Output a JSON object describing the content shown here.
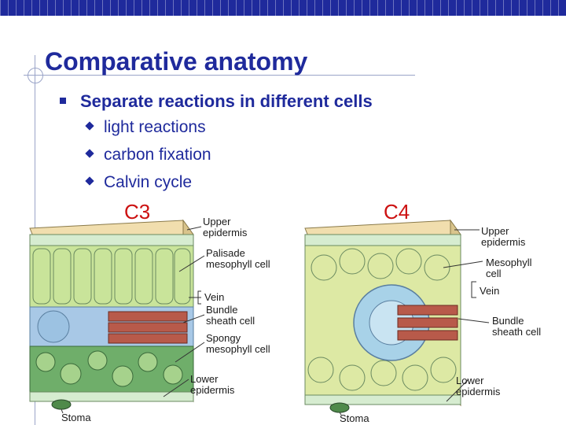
{
  "slide": {
    "title": "Comparative anatomy",
    "bullet": "Separate reactions in different cells",
    "sub_bullets": [
      "light reactions",
      "carbon fixation",
      "Calvin cycle"
    ]
  },
  "c3": {
    "heading": "C3",
    "labels": {
      "upper_epidermis": [
        "Upper",
        "epidermis"
      ],
      "palisade": [
        "Palisade",
        "mesophyll cell"
      ],
      "vein": "Vein",
      "bundle_sheath": [
        "Bundle",
        "sheath cell"
      ],
      "spongy": [
        "Spongy",
        "mesophyll cell"
      ],
      "lower_epidermis": [
        "Lower",
        "epidermis"
      ],
      "stoma": "Stoma"
    }
  },
  "c4": {
    "heading": "C4",
    "labels": {
      "upper_epidermis": [
        "Upper",
        "epidermis"
      ],
      "mesophyll": [
        "Mesophyll",
        "cell"
      ],
      "vein": "Vein",
      "bundle_sheath": [
        "Bundle",
        "sheath cell"
      ],
      "lower_epidermis": [
        "Lower",
        "epidermis"
      ],
      "stoma": "Stoma"
    }
  },
  "colors": {
    "brand": "#1f2a9c",
    "accent_red": "#cc1111"
  }
}
